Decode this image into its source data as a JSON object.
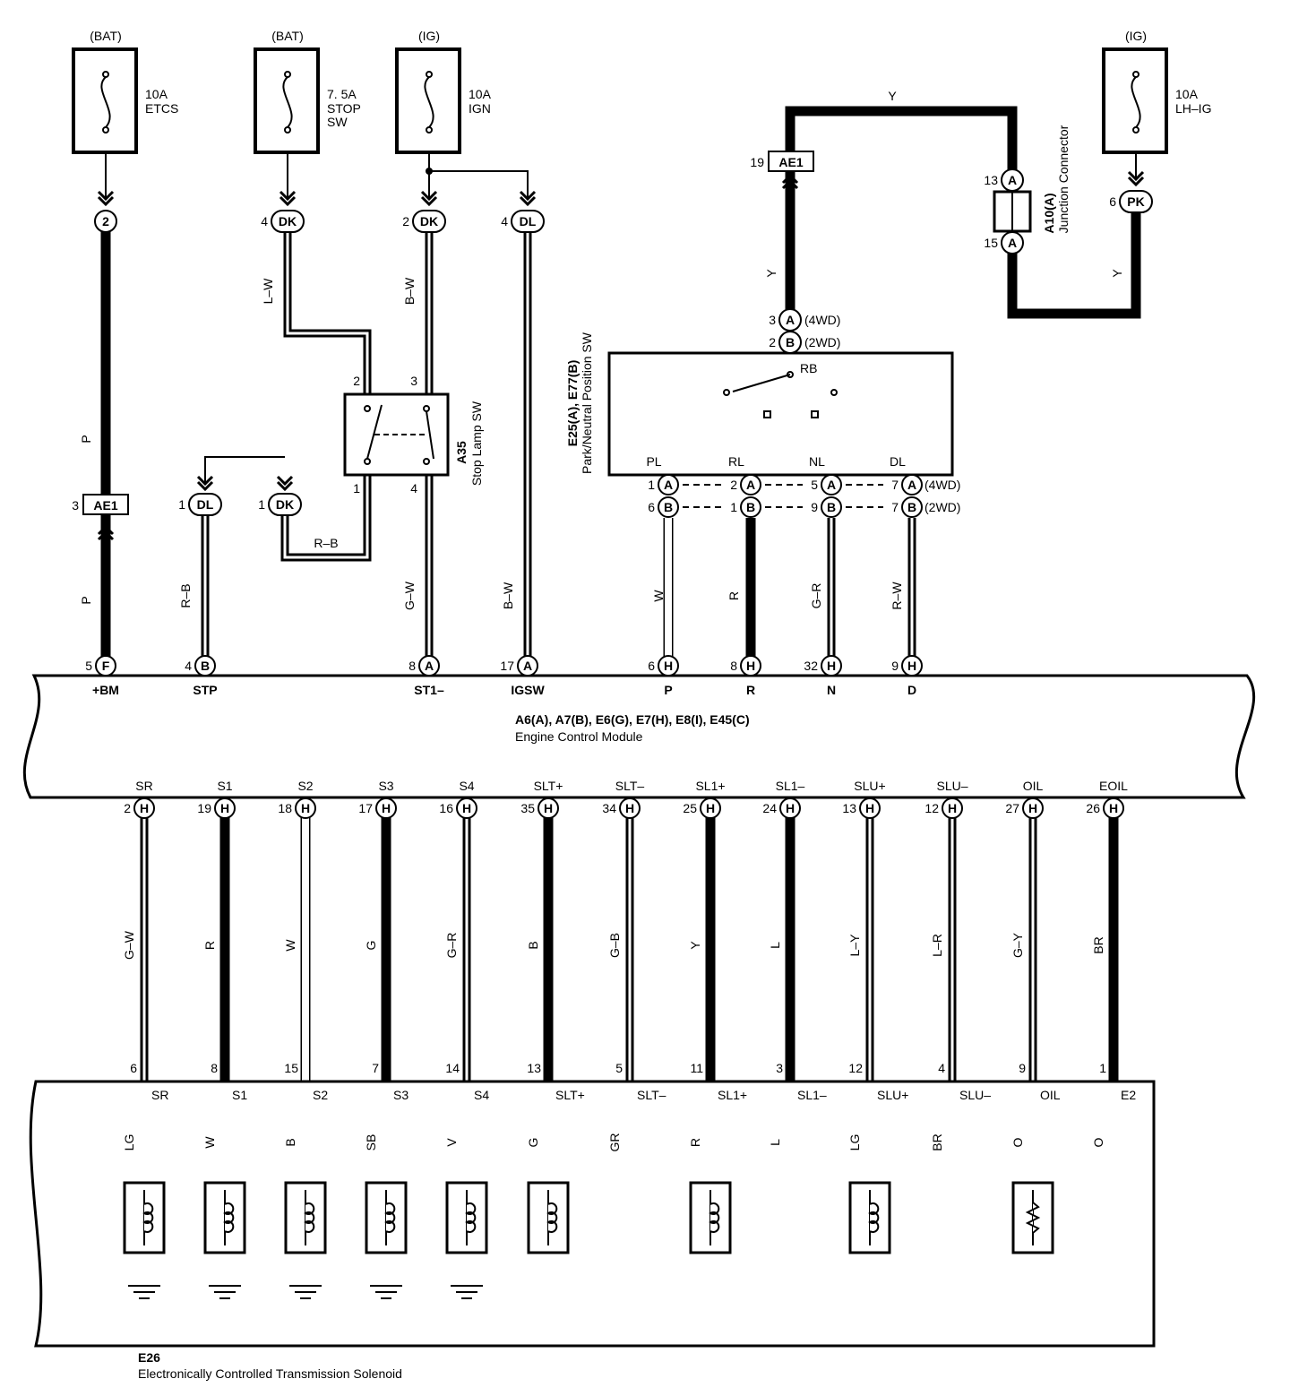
{
  "fuses": [
    {
      "id": "etcs",
      "source": "(BAT)",
      "rating": "10A",
      "lines": [
        "ETCS"
      ]
    },
    {
      "id": "stop",
      "source": "(BAT)",
      "rating": "7. 5A",
      "lines": [
        "STOP",
        "SW"
      ]
    },
    {
      "id": "ign",
      "source": "(IG)",
      "rating": "10A",
      "lines": [
        "IGN"
      ]
    },
    {
      "id": "lhig",
      "source": "(IG)",
      "rating": "10A",
      "lines": [
        "LH–IG"
      ]
    }
  ],
  "connectors": {
    "etcs_jb": {
      "pin": "",
      "code": "2"
    },
    "stop_jb": {
      "pin": "4",
      "code": "DK"
    },
    "ign_jb": {
      "pin": "2",
      "code": "DK"
    },
    "ign2_jb": {
      "pin": "4",
      "code": "DL"
    },
    "lhig_jb": {
      "pin": "6",
      "code": "PK"
    },
    "ae1_left": {
      "pin": "3",
      "code": "AE1"
    },
    "ae1_right": {
      "pin": "19",
      "code": "AE1"
    },
    "dl_stp": {
      "pin": "1",
      "code": "DL"
    },
    "dk_stp": {
      "pin": "1",
      "code": "DK"
    },
    "jc_top": {
      "pin": "13",
      "code": "A"
    },
    "jc_bot": {
      "pin": "15",
      "code": "A"
    },
    "pn_4wd": {
      "pin": "3",
      "code": "A",
      "note": "(4WD)"
    },
    "pn_2wd": {
      "pin": "2",
      "code": "B",
      "note": "(2WD)"
    }
  },
  "wires": {
    "p_upper": "P",
    "p_lower": "P",
    "l_w": "L–W",
    "b_w_top": "B–W",
    "r_b_dk": "R–B",
    "r_b_dl": "R–B",
    "g_w": "G–W",
    "b_w_igsw": "B–W",
    "y_top": "Y",
    "y_left": "Y",
    "y_right": "Y",
    "pn_w": "W",
    "pn_r": "R",
    "pn_g_r": "G–R",
    "pn_r_w": "R–W"
  },
  "stop_lamp_sw": {
    "name": "A35",
    "desc": "Stop Lamp SW",
    "pins": [
      "2",
      "3",
      "1",
      "4"
    ]
  },
  "junction_connector": {
    "name": "A10(A)",
    "desc": "Junction Connector"
  },
  "pn_switch": {
    "name": "E25(A), E77(B)",
    "desc": "Park/Neutral Position SW",
    "rb": "RB",
    "terminals": [
      {
        "label": "PL",
        "pin4": "1",
        "code4": "A",
        "pin2": "6",
        "code2": "B"
      },
      {
        "label": "RL",
        "pin4": "2",
        "code4": "A",
        "pin2": "1",
        "code2": "B"
      },
      {
        "label": "NL",
        "pin4": "5",
        "code4": "A",
        "pin2": "9",
        "code2": "B"
      },
      {
        "label": "DL",
        "pin4": "7",
        "code4": "A",
        "pin2": "7",
        "code2": "B"
      }
    ],
    "note4": "(4WD)",
    "note2": "(2WD)"
  },
  "ecm": {
    "name": "A6(A), A7(B), E6(G), E7(H), E8(I), E45(C)",
    "desc": "Engine Control Module",
    "top_pins": [
      {
        "pin": "5",
        "code": "F",
        "label": "+BM"
      },
      {
        "pin": "4",
        "code": "B",
        "label": "STP"
      },
      {
        "pin": "8",
        "code": "A",
        "label": "ST1–"
      },
      {
        "pin": "17",
        "code": "A",
        "label": "IGSW"
      },
      {
        "pin": "6",
        "code": "H",
        "label": "P"
      },
      {
        "pin": "8",
        "code": "H",
        "label": "R"
      },
      {
        "pin": "32",
        "code": "H",
        "label": "N"
      },
      {
        "pin": "9",
        "code": "H",
        "label": "D"
      }
    ],
    "bottom_pins": [
      {
        "label": "SR",
        "pin": "2",
        "code": "H",
        "wire": "G–W",
        "spin": "6",
        "slabel": "SR",
        "swire": "LG"
      },
      {
        "label": "S1",
        "pin": "19",
        "code": "H",
        "wire": "R",
        "spin": "8",
        "slabel": "S1",
        "swire": "W"
      },
      {
        "label": "S2",
        "pin": "18",
        "code": "H",
        "wire": "W",
        "spin": "15",
        "slabel": "S2",
        "swire": "B"
      },
      {
        "label": "S3",
        "pin": "17",
        "code": "H",
        "wire": "G",
        "spin": "7",
        "slabel": "S3",
        "swire": "SB"
      },
      {
        "label": "S4",
        "pin": "16",
        "code": "H",
        "wire": "G–R",
        "spin": "14",
        "slabel": "S4",
        "swire": "V"
      },
      {
        "label": "SLT+",
        "pin": "35",
        "code": "H",
        "wire": "B",
        "spin": "13",
        "slabel": "SLT+",
        "swire": "G"
      },
      {
        "label": "SLT–",
        "pin": "34",
        "code": "H",
        "wire": "G–B",
        "spin": "5",
        "slabel": "SLT–",
        "swire": "GR"
      },
      {
        "label": "SL1+",
        "pin": "25",
        "code": "H",
        "wire": "Y",
        "spin": "11",
        "slabel": "SL1+",
        "swire": "R"
      },
      {
        "label": "SL1–",
        "pin": "24",
        "code": "H",
        "wire": "L",
        "spin": "3",
        "slabel": "SL1–",
        "swire": "L"
      },
      {
        "label": "SLU+",
        "pin": "13",
        "code": "H",
        "wire": "L–Y",
        "spin": "12",
        "slabel": "SLU+",
        "swire": "LG"
      },
      {
        "label": "SLU–",
        "pin": "12",
        "code": "H",
        "wire": "L–R",
        "spin": "4",
        "slabel": "SLU–",
        "swire": "BR"
      },
      {
        "label": "OIL",
        "pin": "27",
        "code": "H",
        "wire": "G–Y",
        "spin": "9",
        "slabel": "OIL",
        "swire": "O"
      },
      {
        "label": "EOIL",
        "pin": "26",
        "code": "H",
        "wire": "BR",
        "spin": "1",
        "slabel": "E2",
        "swire": "O"
      }
    ]
  },
  "solenoid": {
    "name": "E26",
    "desc": "Electronically Controlled Transmission Solenoid"
  }
}
